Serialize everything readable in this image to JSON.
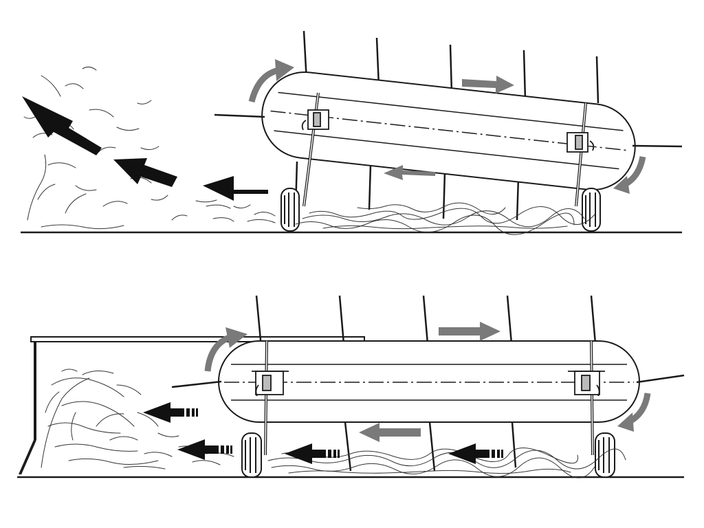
{
  "diagram": {
    "panels": [
      {
        "id": "windrow-raking",
        "tilted": true,
        "reel_rotation": "clockwise",
        "hay_flow": "swept-to-open-windrow"
      },
      {
        "id": "hay-collection",
        "tilted": false,
        "reel_rotation": "clockwise",
        "hay_flow": "pushed-into-container"
      }
    ],
    "colors": {
      "line": "#1a1a1a",
      "motion_arrow": "#7a7a7a",
      "hay_arrow": "#111111",
      "background": "#ffffff"
    }
  }
}
